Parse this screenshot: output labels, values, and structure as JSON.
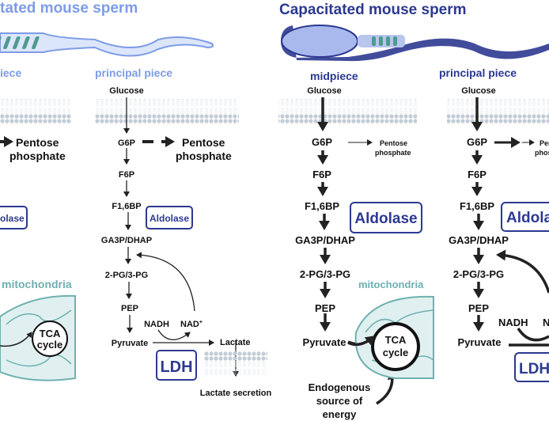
{
  "left_panel": {
    "title": "tated mouse sperm",
    "midpiece_label": "iece",
    "principal_label": "principal piece",
    "midpiece": {
      "pentose_line1": "Pentose",
      "pentose_line2": "phosphate",
      "aldolase": "olase",
      "mitochondria": "mitochondria",
      "tca_line1": "TCA",
      "tca_line2": "cycle"
    },
    "principal": {
      "steps": [
        "Glucose",
        "G6P",
        "F6P",
        "F1,6BP",
        "GA3P/DHAP",
        "2-PG/3-PG",
        "PEP",
        "Pyruvate"
      ],
      "pentose_line1": "Pentose",
      "pentose_line2": "phosphate",
      "aldolase": "Aldolase",
      "nadh": "NADH",
      "nad": "NAD",
      "nad_sup": "+",
      "lactate": "Lactate",
      "ldh": "LDH",
      "lactate_secretion": "Lactate secretion"
    }
  },
  "right_panel": {
    "title": "Capacitated mouse sperm",
    "midpiece_label": "midpiece",
    "principal_label": "principal piece",
    "midpiece": {
      "steps": [
        "Glucose",
        "G6P",
        "F6P",
        "F1,6BP",
        "GA3P/DHAP",
        "2-PG/3-PG",
        "PEP",
        "Pyruvate"
      ],
      "pentose_line1": "Pentose",
      "pentose_line2": "phosphate",
      "aldolase": "Aldolase",
      "mitochondria": "mitochondria",
      "tca_line1": "TCA",
      "tca_line2": "cycle",
      "endogenous": [
        "Endogenous",
        "source of",
        "energy"
      ]
    },
    "principal": {
      "steps": [
        "Glucose",
        "G6P",
        "F6P",
        "F1,6BP",
        "GA3P/DHAP",
        "2-PG/3-PG",
        "PEP",
        "Pyruvate"
      ],
      "pentose_partial_line1": "Pent",
      "pentose_partial_line2": "phosp",
      "aldolase": "Aldola",
      "nadh": "NADH",
      "nad_partial": "N",
      "ldh": "LDH"
    }
  },
  "colors": {
    "non_capacitated": "#7d9ce6",
    "capacitated": "#2c3990",
    "mitochondria": "#6fb0b0",
    "membrane": "#c3ccd6"
  }
}
